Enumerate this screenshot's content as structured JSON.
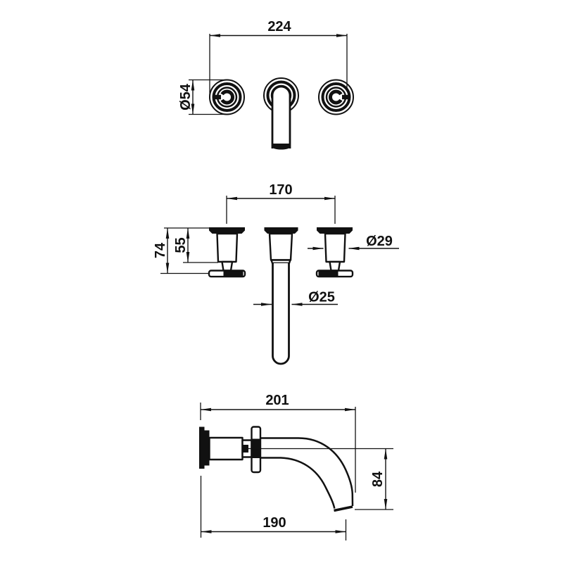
{
  "drawing": {
    "type": "technical-dimension-drawing",
    "subject": "wall-mounted 3-hole basin mixer tap (two cross handles + spout)",
    "line_color": "#111111",
    "background_color": "#ffffff",
    "views": [
      "front-view",
      "plan-view",
      "side-view"
    ]
  },
  "dims": {
    "overall_width": "224",
    "handle_face_diameter": "Ø54",
    "valve_spacing": "170",
    "projection_total": "74",
    "projection_body": "55",
    "valve_body_diameter": "Ø29",
    "spout_tube_diameter": "Ø25",
    "spout_reach_overall": "201",
    "spout_drop": "84",
    "outlet_reach": "190"
  }
}
